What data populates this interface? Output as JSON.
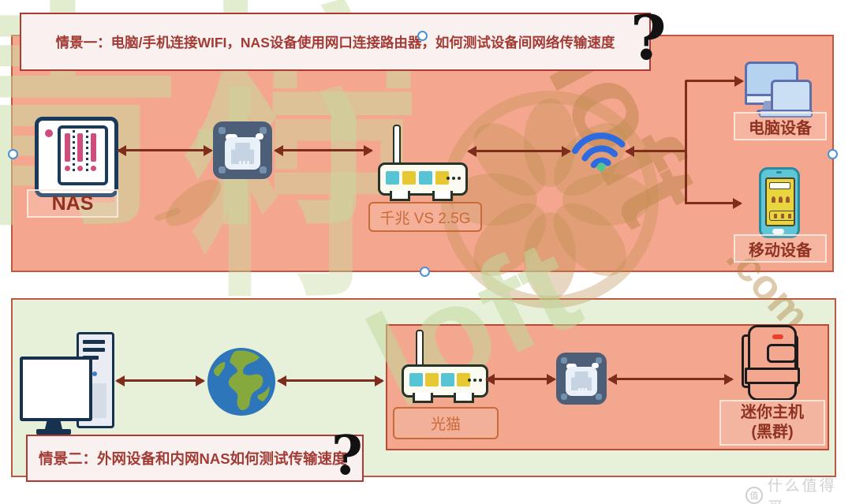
{
  "scene1": {
    "title": "情景一：电脑/手机连接WIFI，NAS设备使用网口连接路由器，如何测试设备间网络传输速度",
    "question_mark": "?",
    "labels": {
      "nas": "NAS",
      "router": "千兆 VS 2.5G",
      "computer": "电脑设备",
      "mobile": "移动设备"
    }
  },
  "scene2": {
    "title": "情景二：外网设备和内网NAS如何测试传输速度",
    "question_mark": "?",
    "labels": {
      "modem": "光猫",
      "minihost_line1": "迷你主机",
      "minihost_line2": "(黑群)"
    }
  },
  "watermark": {
    "green_left": "青柠",
    "green_mid": "柠",
    "green_diag": "loft",
    "tan_diag": "loft",
    "tan_com": ".com"
  },
  "footer": {
    "logo_glyph": "值",
    "brand_text": "什么值得买"
  },
  "colors": {
    "scene1_bg": "#f4a78e",
    "scene2_bg": "#e7f1da",
    "panel_border": "#c05740",
    "arrow": "#7e2d1c",
    "title_text": "#a33b35",
    "title_box_bg": "#f8f1ef",
    "orange_label": "#c96a3a",
    "nas_navy": "#1a3a5c",
    "nas_pink": "#cf4d7d",
    "switch_body": "#4d5f78",
    "wifi_blue": "#2e6ae0",
    "wifi_dot": "#52c88e",
    "phone_teal": "#5ec6d6",
    "phone_screen": "#e9d53e",
    "globe_ocean": "#2e76ba",
    "globe_land": "#86a93e",
    "monitor_fill": "#b5d2ef",
    "monitor_border": "#5d6fad",
    "selection_handle": "#4a90d9"
  }
}
